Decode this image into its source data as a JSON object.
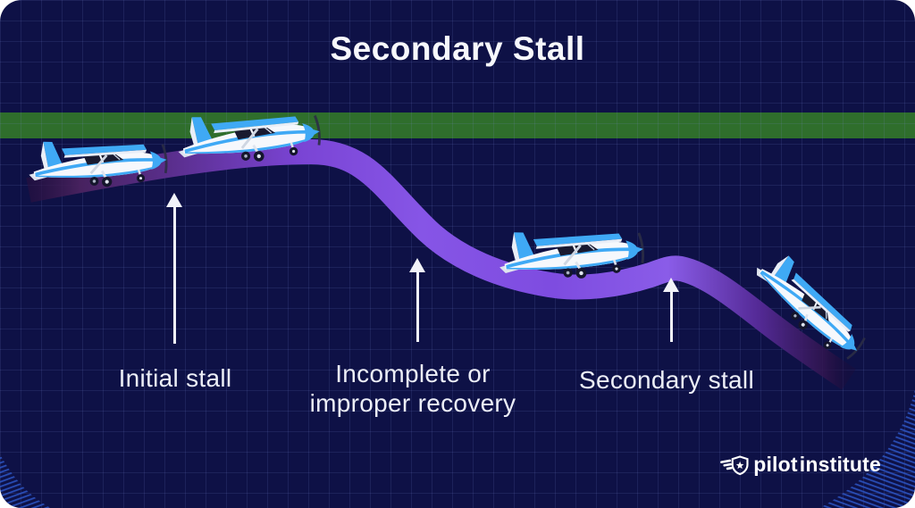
{
  "title": "Secondary Stall",
  "annotations": {
    "initial_stall": "Initial stall",
    "incomplete_line1": "Incomplete or",
    "incomplete_line2": "improper recovery",
    "secondary_stall": "Secondary stall"
  },
  "logo": {
    "word1": "pilot",
    "word2": "institute"
  },
  "diagram": {
    "type": "flight-path-sequence",
    "stages": [
      {
        "stage": 1,
        "label": "Initial stall",
        "plane_attitude": "slightly nose-up, level flight"
      },
      {
        "stage": 2,
        "label": "Incomplete or improper recovery",
        "plane_attitude": "nose-up at crest before steep descent"
      },
      {
        "stage": 3,
        "label": "Secondary stall",
        "plane_attitude": "nose-up in trough before second crest"
      },
      {
        "stage": 4,
        "label": "",
        "plane_attitude": "steep nose-down dive"
      }
    ],
    "reference_band": "green altitude band near top"
  },
  "colors": {
    "background": "#0e1146",
    "grid_line": "#2a3070",
    "green_band": "#2f6e2c",
    "path_bright_purple": "#8455e8",
    "path_dark_purple": "#3a1a52",
    "text": "#eceef7",
    "plane_blue": "#3fa9f5",
    "plane_white": "#f6f8fc",
    "corner_stripe_blue": "#2d57c8"
  }
}
